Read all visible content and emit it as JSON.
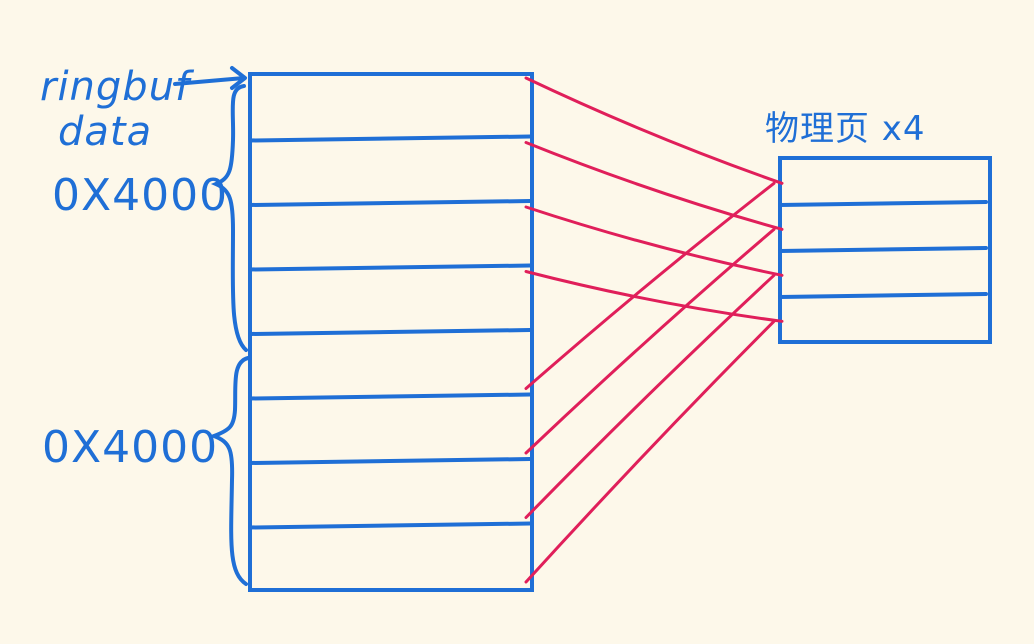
{
  "labels": {
    "pointer_line1": "ringbuf",
    "pointer_line2": "data",
    "first_half_size": "0X4000",
    "second_half_size": "0X4000",
    "physical_pages": "物理页 x4"
  },
  "virtual_region": {
    "page_count": 8
  },
  "physical_region": {
    "page_count": 4
  },
  "mapping": [
    0,
    1,
    2,
    3,
    0,
    1,
    2,
    3
  ],
  "colors": {
    "ink_blue": "#1f6fd6",
    "ink_red": "#e01f5a",
    "paper": "#fdf8ea"
  }
}
